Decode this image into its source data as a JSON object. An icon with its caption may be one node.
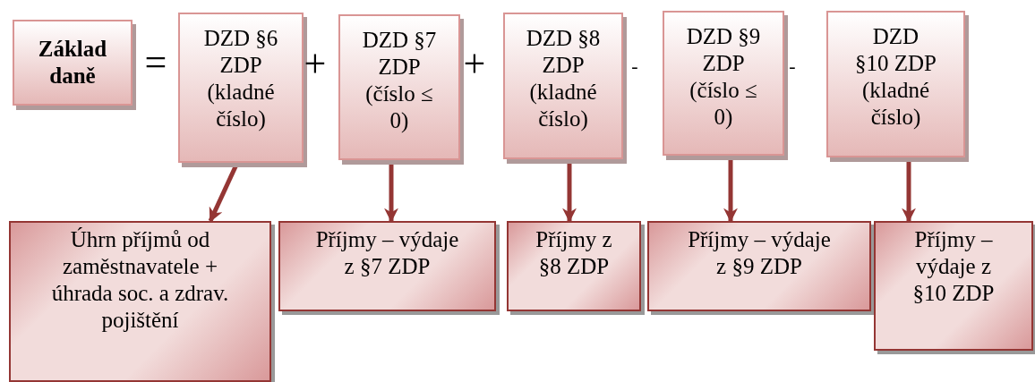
{
  "diagram": {
    "nodes": [
      {
        "text": [
          "Základ daně"
        ]
      },
      {
        "text": [
          "DZD §6 ZDP (kladné číslo)"
        ]
      },
      {
        "text": [
          "DZD §7 ZDP (číslo ≤ 0)"
        ]
      },
      {
        "text": [
          "DZD §8 ZDP (kladné číslo)"
        ]
      },
      {
        "text": [
          "DZD §9 ZDP (číslo ≤ 0)"
        ]
      },
      {
        "text": [
          "DZD §10 ZDP (kladné číslo)"
        ]
      },
      {
        "text": [
          "Úhrn příjmů od zaměstnavatele + úhrada soc. a zdrav. pojištění"
        ]
      },
      {
        "text": [
          "Příjmy – výdaje z §7 ZDP"
        ]
      },
      {
        "text": [
          "Příjmy z §8 ZDP"
        ]
      },
      {
        "text": [
          "Příjmy – výdaje z §9 ZDP"
        ]
      },
      {
        "text": [
          "Příjmy – výdaje z §10 ZDP"
        ]
      }
    ],
    "edges": [
      {
        "from": 1,
        "to": 6,
        "arrow": "to"
      },
      {
        "from": 2,
        "to": 7,
        "arrow": "to"
      },
      {
        "from": 3,
        "to": 8,
        "arrow": "to"
      },
      {
        "from": 4,
        "to": 9,
        "arrow": "to"
      },
      {
        "from": 5,
        "to": 10,
        "arrow": "to"
      }
    ],
    "labels": [
      "=",
      "+",
      "+",
      "-",
      "-"
    ]
  }
}
